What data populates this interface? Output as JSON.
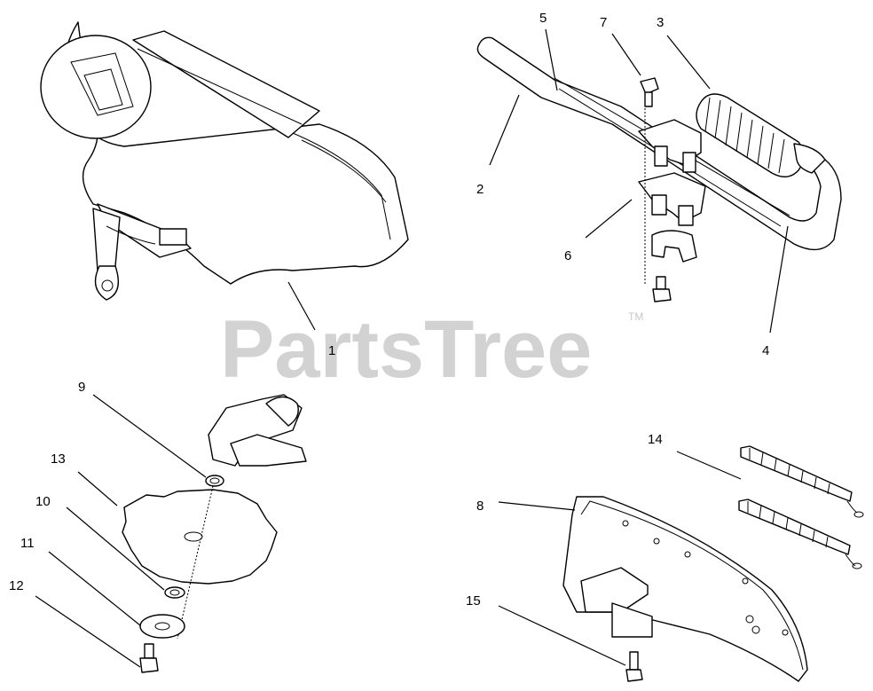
{
  "watermark": {
    "brand": "PartsTree",
    "mark": "TM"
  },
  "callouts": [
    {
      "id": "1",
      "label": "1"
    },
    {
      "id": "2",
      "label": "2"
    },
    {
      "id": "3",
      "label": "3"
    },
    {
      "id": "4",
      "label": "4"
    },
    {
      "id": "5",
      "label": "5"
    },
    {
      "id": "6",
      "label": "6"
    },
    {
      "id": "7",
      "label": "7"
    },
    {
      "id": "8",
      "label": "8"
    },
    {
      "id": "9",
      "label": "9"
    },
    {
      "id": "10",
      "label": "10"
    },
    {
      "id": "11",
      "label": "11"
    },
    {
      "id": "12",
      "label": "12"
    },
    {
      "id": "13",
      "label": "13"
    },
    {
      "id": "14",
      "label": "14"
    },
    {
      "id": "15",
      "label": "15"
    }
  ]
}
